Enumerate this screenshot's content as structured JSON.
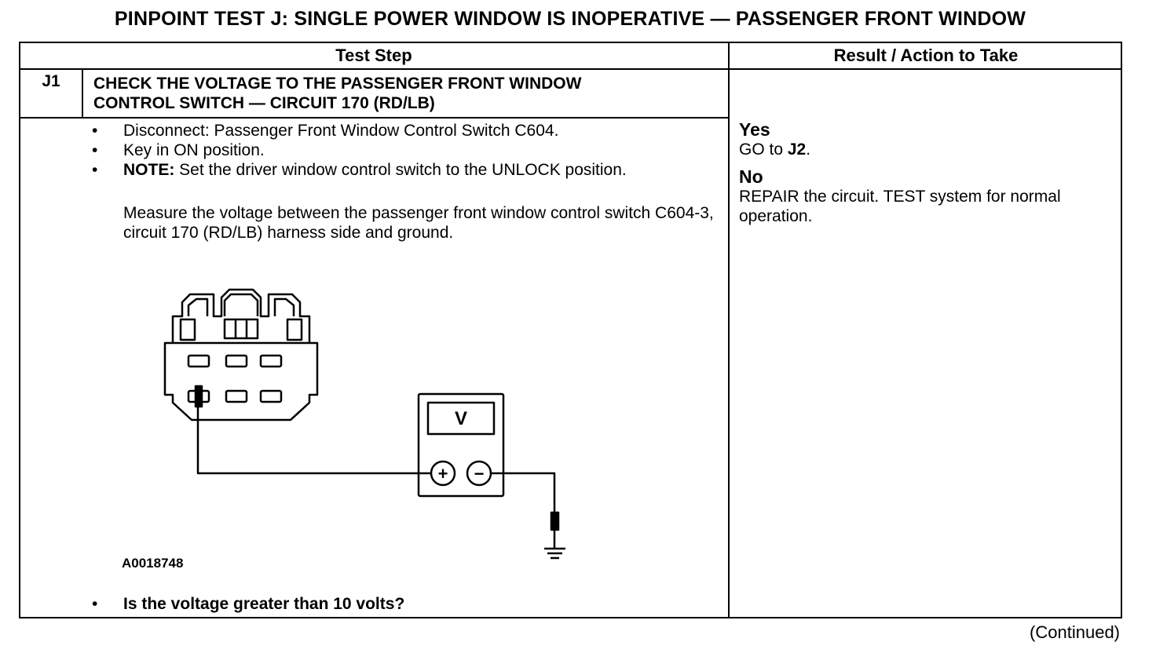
{
  "title": "PINPOINT TEST J: SINGLE POWER WINDOW IS INOPERATIVE — PASSENGER FRONT WINDOW",
  "table": {
    "headers": [
      "Test Step",
      "Result / Action to Take"
    ],
    "step": {
      "id": "J1",
      "title_line1": "CHECK THE VOLTAGE TO THE PASSENGER FRONT WINDOW",
      "title_line2": "CONTROL SWITCH — CIRCUIT 170 (RD/LB)",
      "bullets": [
        "Disconnect: Passenger Front Window Control Switch C604.",
        "Key in ON position."
      ],
      "note_label": "NOTE:",
      "note_text": " Set the driver window control switch to the UNLOCK position.",
      "measure_text": "Measure the voltage between the passenger front window control switch C604-3, circuit 170 (RD/LB) harness side and ground.",
      "figure": {
        "id": "A0018748",
        "meter_label": "V",
        "plus": "+",
        "minus": "−"
      },
      "question": "Is the voltage greater than 10 volts?"
    },
    "results": {
      "yes_label": "Yes",
      "yes_action_prefix": "GO to ",
      "yes_action_target": "J2",
      "yes_action_suffix": ".",
      "no_label": "No",
      "no_action": "REPAIR the circuit. TEST system for normal operation."
    }
  },
  "continued": "(Continued)"
}
